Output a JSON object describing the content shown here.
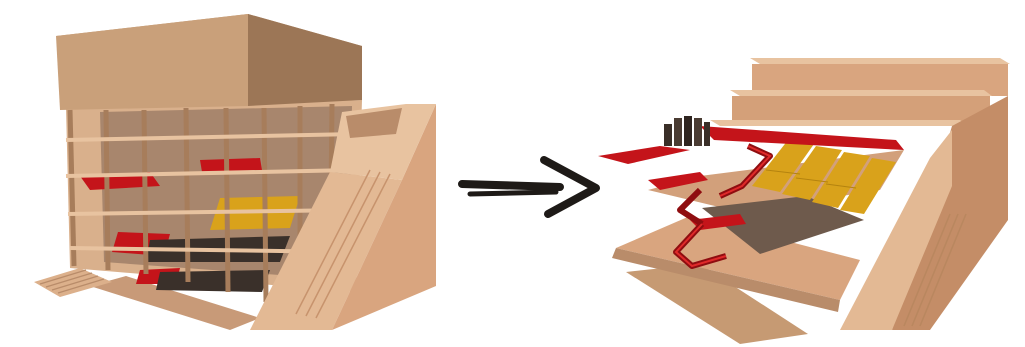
{
  "figure": {
    "panels": [
      {
        "id": "left",
        "subject": "exterior-structure-with-frame-and-roof-block"
      },
      {
        "id": "right",
        "subject": "sectioned-interior-with-stairs-and-seating"
      }
    ],
    "arrow": {
      "direction": "left-to-right",
      "icon": "sketch-arrow-right"
    },
    "colors": {
      "wood": "#d9a57f",
      "wood_light": "#e8c3a0",
      "wood_dark": "#b78a64",
      "roof": "#c69a73",
      "roof_dark": "#9c7656",
      "red": "#c4141a",
      "red_dark": "#8f0d10",
      "yellow": "#d9a21b",
      "gray": "#6e5a4c",
      "ink": "#1e1a17"
    }
  }
}
